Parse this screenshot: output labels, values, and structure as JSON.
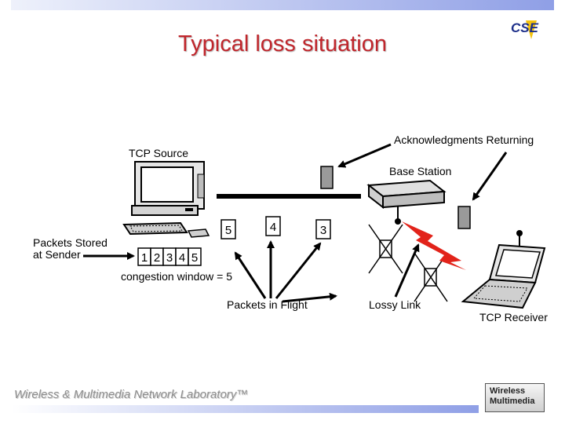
{
  "slide": {
    "title": "Typical loss situation",
    "footer": "Wireless & Multimedia Network Laboratory™",
    "lab_logo_text": "Wireless Multimedia"
  },
  "diagram": {
    "labels": {
      "tcp_source": "TCP Source",
      "acks_returning": "Acknowledgments Returning",
      "base_station": "Base Station",
      "packets_stored": "Packets Stored",
      "at_sender": "at Sender",
      "congestion_window": "congestion window = 5",
      "packets_in_flight": "Packets in Flight",
      "lossy_link": "Lossy Link",
      "tcp_receiver": "TCP Receiver"
    },
    "sender_queue": [
      "1",
      "2",
      "3",
      "4",
      "5"
    ],
    "in_flight_packets": [
      "5",
      "4",
      "3"
    ]
  },
  "colors": {
    "title": "#c0262c",
    "lightning": "#e2231a",
    "header_bar": "#8f9fe6"
  },
  "icons": {
    "computer": "desktop-computer-icon",
    "base_station": "base-station-icon",
    "laptop": "laptop-computer-icon",
    "lightning": "lightning-bolt-icon",
    "cse_logo": "cse-logo-icon"
  }
}
